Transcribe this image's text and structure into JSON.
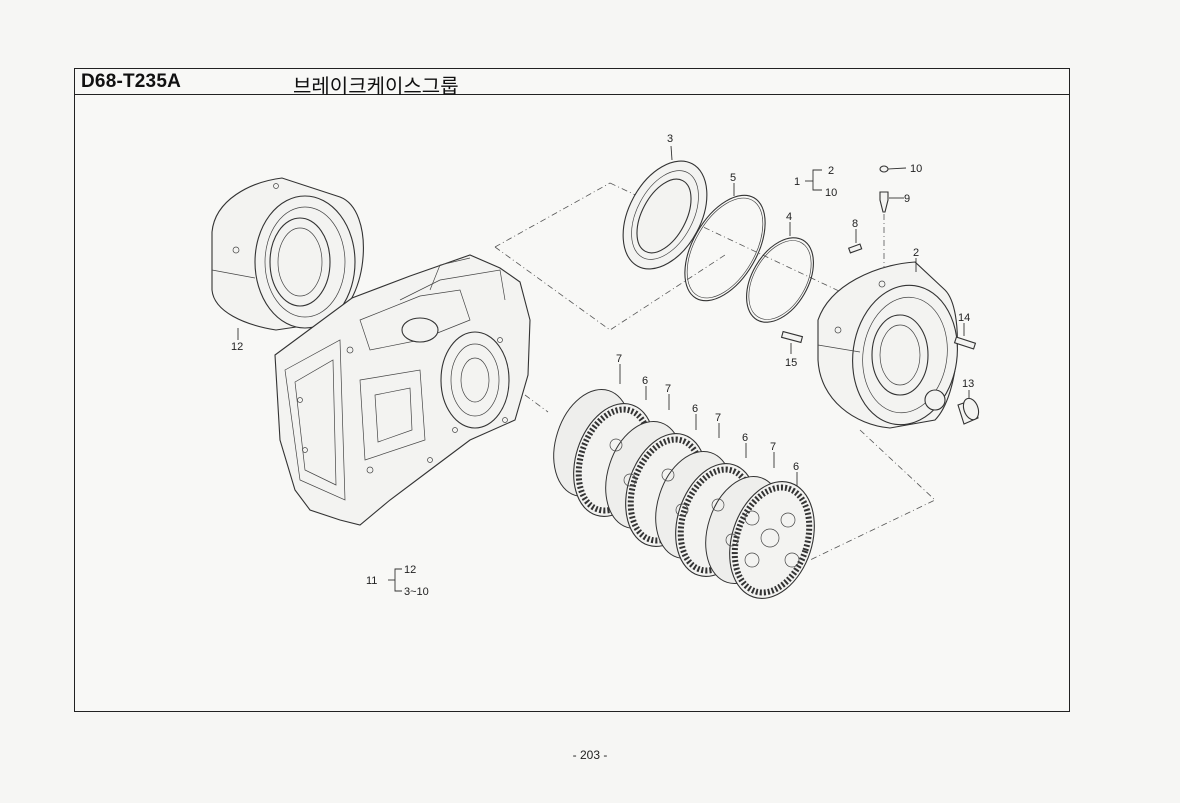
{
  "header": {
    "model_code": "D68-T235A",
    "group_title": "브레이크케이스그룹"
  },
  "callouts": {
    "c3": "3",
    "c5": "5",
    "c4": "4",
    "c1": "1",
    "c2a": "2",
    "c10a": "10",
    "c10b": "10",
    "c9": "9",
    "c8": "8",
    "c2b": "2",
    "c12": "12",
    "c14": "14",
    "c15": "15",
    "c13": "13",
    "c7a": "7",
    "c6a": "6",
    "c7b": "7",
    "c6b": "6",
    "c7c": "7",
    "c6c": "6",
    "c7d": "7",
    "c6d": "6"
  },
  "assembly_note": {
    "parent": "11",
    "child1": "12",
    "child2": "3~10"
  },
  "footer": {
    "page_number": "- 203 -"
  }
}
